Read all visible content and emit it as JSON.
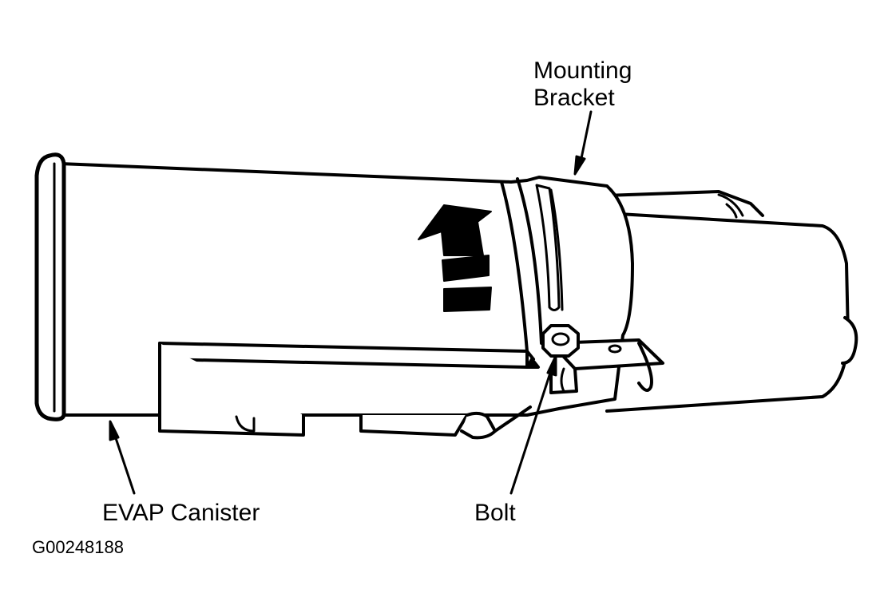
{
  "labels": {
    "mounting_bracket_line1": "Mounting",
    "mounting_bracket_line2": "Bracket",
    "evap_canister": "EVAP Canister",
    "bolt": "Bolt"
  },
  "figure_id": "G00248188"
}
